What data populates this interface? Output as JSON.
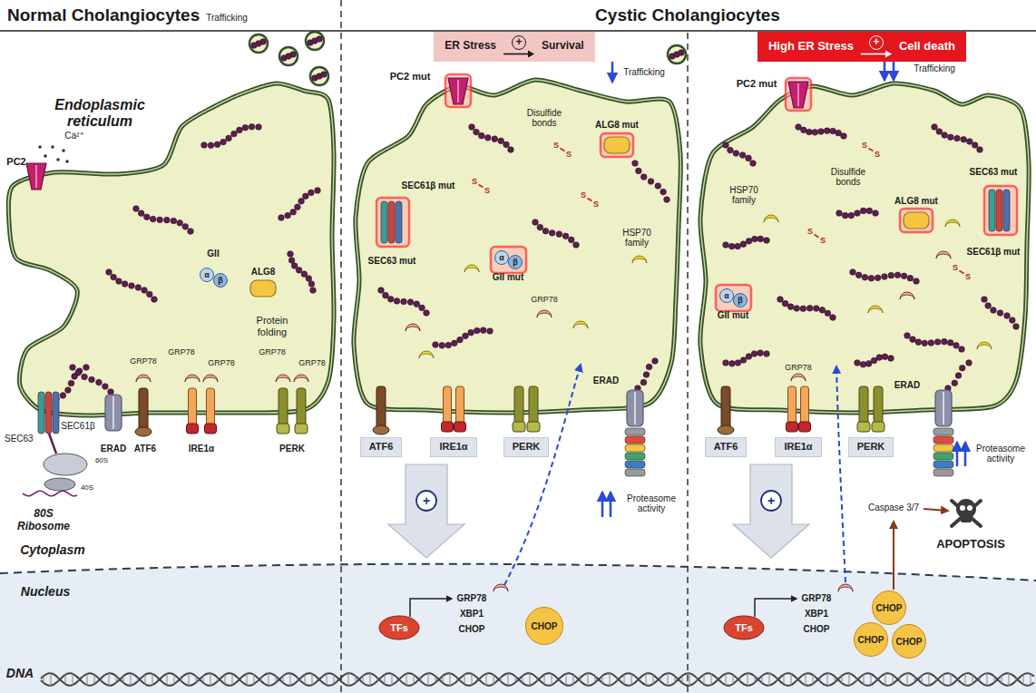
{
  "diagram": {
    "nodes": [
      {
        "text": [
          "ER Stress",
          "+",
          "Survival"
        ]
      },
      {
        "text": [
          "ATF6"
        ]
      },
      {
        "text": [
          "IRE1α"
        ]
      },
      {
        "text": [
          "PERK"
        ]
      },
      {
        "text": [
          "CHOP"
        ]
      },
      {
        "text": [
          "High ER Stress",
          "+",
          "Cell death"
        ]
      },
      {
        "text": [
          "ATF6"
        ]
      },
      {
        "text": [
          "IRE1α"
        ]
      },
      {
        "text": [
          "PERK"
        ]
      },
      {
        "text": [
          "CHOP"
        ]
      },
      {
        "text": [
          "CHOP"
        ]
      },
      {
        "text": [
          "CHOP"
        ]
      }
    ],
    "labels": [
      "Normal Cholangiocytes",
      "Cystic Cholangiocytes",
      "Trafficking",
      "Endoplasmic reticulum",
      "PC2",
      "Ca²⁺",
      "Protein folding",
      "GII",
      "α",
      "β",
      "ALG8",
      "GRP78",
      "GRP78",
      "GRP78",
      "GRP78",
      "GRP78",
      "ATF6",
      "IRE1α",
      "PERK",
      "ERAD",
      "SEC63",
      "SEC61β",
      "60S",
      "40S",
      "80S Ribosome",
      "Cytoplasm",
      "Nucleus",
      "DNA",
      "Trafficking",
      "PC2 mut",
      "Disulfide bonds",
      "ALG8 mut",
      "SEC61β mut",
      "SEC63 mut",
      "GII mut",
      "α",
      "β",
      "HSP70 family",
      "GRP78",
      "ERAD",
      "Proteasome activity",
      "GRP78",
      "XBP1",
      "CHOP",
      "TFs",
      "+",
      "Trafficking",
      "PC2 mut",
      "SEC63 mut",
      "SEC61β mut",
      "HSP70 family",
      "Disulfide bonds",
      "ALG8 mut",
      "GII mut",
      "α",
      "β",
      "GRP78",
      "ERAD",
      "Proteasome activity",
      "Caspase 3/7",
      "APOPTOSIS",
      "GRP78",
      "XBP1",
      "CHOP",
      "TFs",
      "+",
      "S",
      "S",
      "S",
      "S",
      "S",
      "S",
      "S",
      "S",
      "S",
      "S",
      "S",
      "S"
    ]
  }
}
